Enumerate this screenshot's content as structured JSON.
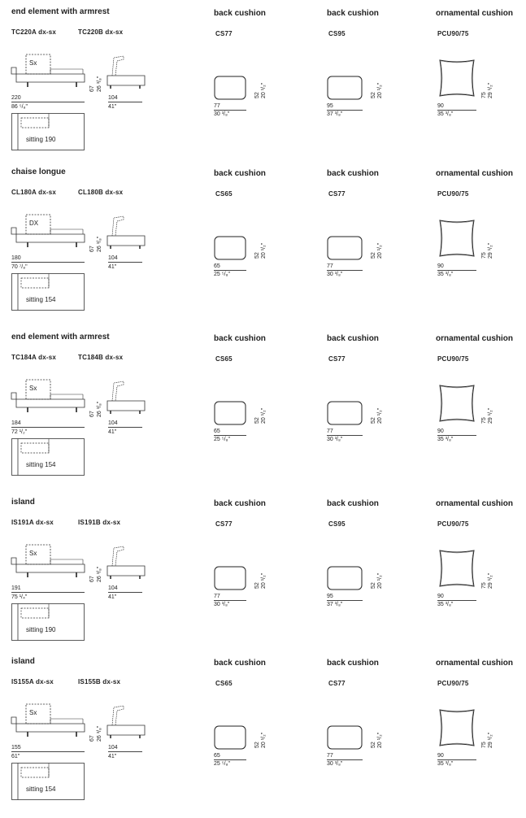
{
  "rows": [
    {
      "title": "end element with armrest",
      "codes": [
        "TC220A dx-sx",
        "TC220B dx-sx"
      ],
      "badge": "Sx",
      "width_cm": "220",
      "width_in": "86 ⁵/₈\"",
      "height_cm": "67",
      "height_in": "26 ³/₈\"",
      "depth_cm": "104",
      "depth_in": "41\"",
      "sitting": "sitting 190",
      "cushions": [
        {
          "title": "back cushion",
          "code": "CS77",
          "w_cm": "77",
          "w_in": "30 ³/₈\"",
          "h_cm": "52",
          "h_in": "20 ¹/₂\""
        },
        {
          "title": "back cushion",
          "code": "CS95",
          "w_cm": "95",
          "w_in": "37 ³/₈\"",
          "h_cm": "52",
          "h_in": "20 ¹/₂\""
        },
        {
          "title": "ornamental cushion",
          "code": "PCU90/75",
          "w_cm": "90",
          "w_in": "35 ³/₈\"",
          "h_cm": "75",
          "h_in": "29 ¹/₂\""
        }
      ]
    },
    {
      "title": "chaise longue",
      "codes": [
        "CL180A dx-sx",
        "CL180B dx-sx"
      ],
      "badge": "DX",
      "width_cm": "180",
      "width_in": "70 ⁷/₈\"",
      "height_cm": "67",
      "height_in": "26 ³/₈\"",
      "depth_cm": "104",
      "depth_in": "41\"",
      "sitting": "sitting 154",
      "cushions": [
        {
          "title": "back cushion",
          "code": "CS65",
          "w_cm": "65",
          "w_in": "25 ⁵/₈\"",
          "h_cm": "52",
          "h_in": "20 ¹/₂\""
        },
        {
          "title": "back cushion",
          "code": "CS77",
          "w_cm": "77",
          "w_in": "30 ³/₈\"",
          "h_cm": "52",
          "h_in": "20 ¹/₂\""
        },
        {
          "title": "ornamental cushion",
          "code": "PCU90/75",
          "w_cm": "90",
          "w_in": "35 ³/₈\"",
          "h_cm": "75",
          "h_in": "29 ¹/₂\""
        }
      ]
    },
    {
      "title": "end element with armrest",
      "codes": [
        "TC184A dx-sx",
        "TC184B dx-sx"
      ],
      "badge": "Sx",
      "width_cm": "184",
      "width_in": "72 ¹/₂\"",
      "height_cm": "67",
      "height_in": "26 ³/₈\"",
      "depth_cm": "104",
      "depth_in": "41\"",
      "sitting": "sitting 154",
      "cushions": [
        {
          "title": "back cushion",
          "code": "CS65",
          "w_cm": "65",
          "w_in": "25 ⁵/₈\"",
          "h_cm": "52",
          "h_in": "20 ¹/₂\""
        },
        {
          "title": "back cushion",
          "code": "CS77",
          "w_cm": "77",
          "w_in": "30 ³/₈\"",
          "h_cm": "52",
          "h_in": "20 ¹/₂\""
        },
        {
          "title": "ornamental cushion",
          "code": "PCU90/75",
          "w_cm": "90",
          "w_in": "35 ³/₈\"",
          "h_cm": "75",
          "h_in": "29 ¹/₂\""
        }
      ]
    },
    {
      "title": "island",
      "codes": [
        "IS191A dx-sx",
        "IS191B dx-sx"
      ],
      "badge": "Sx",
      "width_cm": "191",
      "width_in": "75 ¹/₄\"",
      "height_cm": "67",
      "height_in": "26 ³/₈\"",
      "depth_cm": "104",
      "depth_in": "41\"",
      "sitting": "sitting 190",
      "cushions": [
        {
          "title": "back cushion",
          "code": "CS77",
          "w_cm": "77",
          "w_in": "30 ³/₈\"",
          "h_cm": "52",
          "h_in": "20 ¹/₂\""
        },
        {
          "title": "back cushion",
          "code": "CS95",
          "w_cm": "95",
          "w_in": "37 ³/₈\"",
          "h_cm": "52",
          "h_in": "20 ¹/₂\""
        },
        {
          "title": "ornamental cushion",
          "code": "PCU90/75",
          "w_cm": "90",
          "w_in": "35 ³/₈\"",
          "h_cm": "75",
          "h_in": "29 ¹/₂\""
        }
      ]
    },
    {
      "title": "island",
      "codes": [
        "IS155A dx-sx",
        "IS155B dx-sx"
      ],
      "badge": "Sx",
      "width_cm": "155",
      "width_in": "61\"",
      "height_cm": "67",
      "height_in": "26 ³/₈\"",
      "depth_cm": "104",
      "depth_in": "41\"",
      "sitting": "sitting 154",
      "cushions": [
        {
          "title": "back cushion",
          "code": "CS65",
          "w_cm": "65",
          "w_in": "25 ⁵/₈\"",
          "h_cm": "52",
          "h_in": "20 ¹/₂\""
        },
        {
          "title": "back cushion",
          "code": "CS77",
          "w_cm": "77",
          "w_in": "30 ³/₈\"",
          "h_cm": "52",
          "h_in": "20 ¹/₂\""
        },
        {
          "title": "ornamental cushion",
          "code": "PCU90/75",
          "w_cm": "90",
          "w_in": "35 ³/₈\"",
          "h_cm": "75",
          "h_in": "29 ¹/₂\""
        }
      ]
    }
  ]
}
